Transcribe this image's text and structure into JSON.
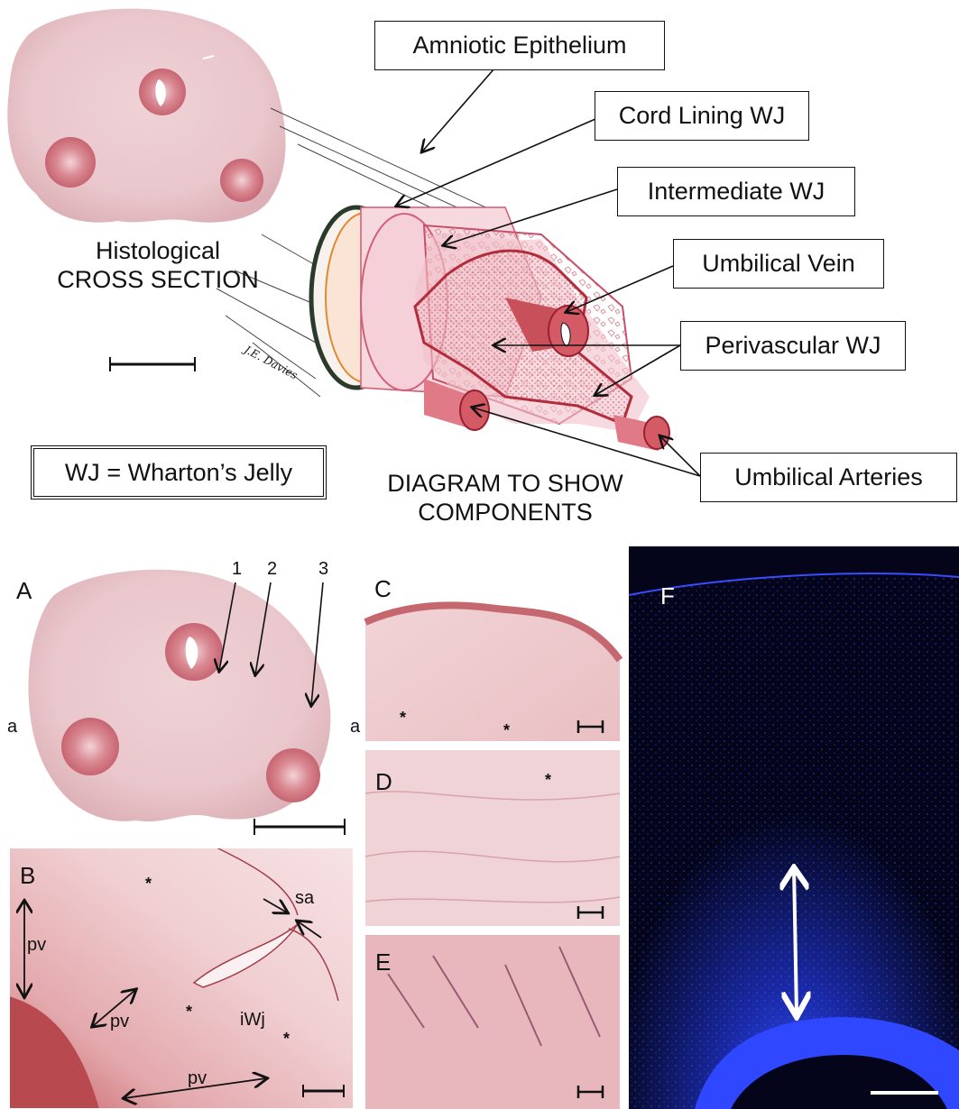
{
  "top": {
    "histological_title_line1": "Histological",
    "histological_title_line2": "CROSS SECTION",
    "diagram_title_line1": "DIAGRAM TO SHOW",
    "diagram_title_line2": "COMPONENTS",
    "signature": "J.E. Davies",
    "legend": "WJ = Wharton’s Jelly",
    "labels": {
      "amniotic": "Amniotic Epithelium",
      "cord_lining": "Cord Lining WJ",
      "intermediate": "Intermediate WJ",
      "vein": "Umbilical Vein",
      "perivascular": "Perivascular WJ",
      "arteries": "Umbilical Arteries"
    }
  },
  "panels": {
    "A": {
      "letter": "A",
      "numbers": [
        "1",
        "2",
        "3"
      ],
      "side_left": "a",
      "side_right": "a"
    },
    "B": {
      "letter": "B",
      "labels": {
        "sa": "sa",
        "pv1": "pv",
        "pv2": "pv",
        "pv3": "pv",
        "iwj": "iWj"
      },
      "star": "*"
    },
    "C": {
      "letter": "C",
      "star": "*"
    },
    "D": {
      "letter": "D",
      "star": "*"
    },
    "E": {
      "letter": "E"
    },
    "F": {
      "letter": "F"
    }
  },
  "colors": {
    "tissue_pink": "#e8b9c0",
    "vessel_red": "#c8505a",
    "stain_blue": "#2a3dff",
    "dark_bg": "#04051a"
  }
}
